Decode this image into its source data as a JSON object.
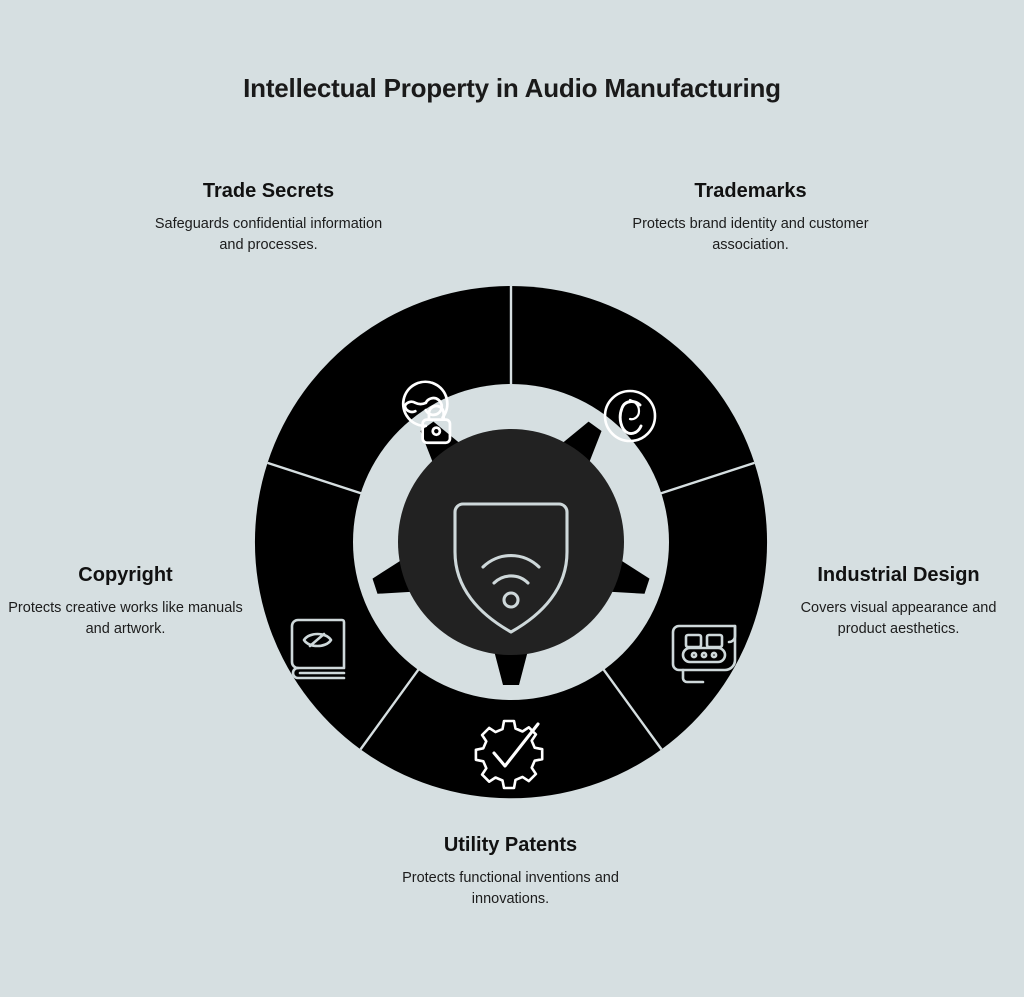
{
  "title": "Intellectual Property in Audio Manufacturing",
  "colors": {
    "background": "#d6dfe1",
    "ring": "#000000",
    "hub": "#222222",
    "divider": "#d6dfe1",
    "icon_stroke": "#ced8da",
    "title_text": "#1a1a1a",
    "body_text": "#1c1c1c"
  },
  "center": {
    "icon": "shield-wifi-icon"
  },
  "nodes": [
    {
      "id": "trade-secrets",
      "title": "Trade Secrets",
      "description": "Safeguards confidential information and processes.",
      "icon": "fingerprint-lock-icon",
      "position": "top-left",
      "angle_deg": -36
    },
    {
      "id": "trademarks",
      "title": "Trademarks",
      "description": "Protects brand identity and customer association.",
      "icon": "circled-c-icon",
      "position": "top-right",
      "angle_deg": 36
    },
    {
      "id": "industrial-design",
      "title": "Industrial Design",
      "description": "Covers visual appearance and product aesthetics.",
      "icon": "conveyor-belt-icon",
      "position": "right",
      "angle_deg": 108
    },
    {
      "id": "utility-patents",
      "title": "Utility Patents",
      "description": "Protects functional inventions and innovations.",
      "icon": "gear-check-icon",
      "position": "bottom",
      "angle_deg": 180
    },
    {
      "id": "copyright",
      "title": "Copyright",
      "description": "Protects creative works like manuals and artwork.",
      "icon": "book-eye-icon",
      "position": "left",
      "angle_deg": 252
    }
  ]
}
